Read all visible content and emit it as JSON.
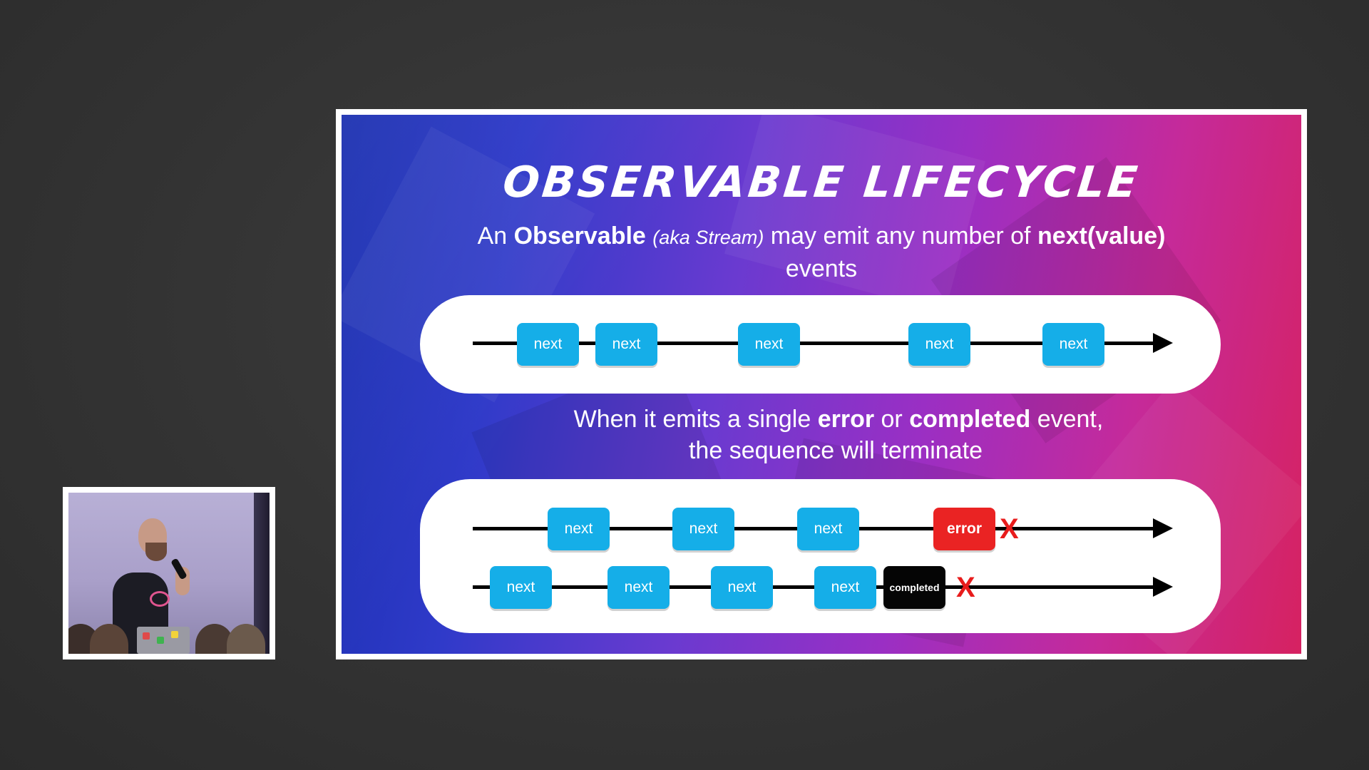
{
  "slide": {
    "title": "OBSERVABLE LIFECYCLE",
    "line1": {
      "prefix": "An ",
      "observable": "Observable",
      "aka": "(aka Stream)",
      "middle": " may emit any number of ",
      "next_value": "next(value)",
      "end": "events"
    },
    "line2": {
      "prefix": "When it emits a single ",
      "error": "error",
      "or": " or ",
      "completed": "completed",
      "suffix": " event,",
      "end": "the sequence will terminate"
    },
    "diagram1": {
      "events": [
        "next",
        "next",
        "next",
        "next",
        "next"
      ]
    },
    "diagram2": {
      "row1": {
        "events": [
          "next",
          "next",
          "next"
        ],
        "terminal": "error",
        "terminator": "X"
      },
      "row2": {
        "events": [
          "next",
          "next",
          "next",
          "next"
        ],
        "terminal": "completed",
        "terminator": "X"
      }
    }
  },
  "colors": {
    "next": "#15aee8",
    "error": "#ea2323",
    "completed": "#050505",
    "terminator": "#e81c1c"
  },
  "icons": {
    "arrow": "arrow-right-icon",
    "terminator": "x-mark-icon"
  }
}
